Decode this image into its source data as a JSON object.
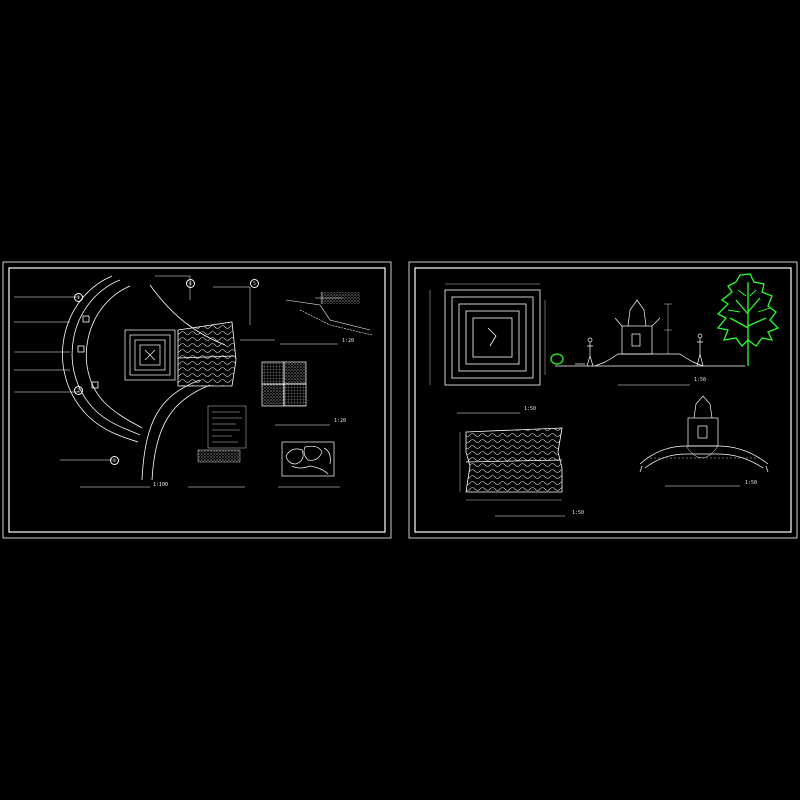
{
  "colors": {
    "background": "#000000",
    "line": "#ffffff",
    "tree": "#2bff2b",
    "shrub": "#1fd11f"
  },
  "sheet1": {
    "titles": {
      "plan": "",
      "paving": "",
      "section": "",
      "stone": "",
      "notes": ""
    },
    "scales": {
      "plan": "1:100",
      "paving": "1:20",
      "section": "1:20"
    },
    "callouts": [
      "1",
      "2",
      "3",
      "4",
      "5"
    ]
  },
  "sheet2": {
    "titles": {
      "monument_plan": "",
      "elevation": "",
      "bench_plan": "",
      "bench_elevation": ""
    },
    "scales": {
      "monument_plan": "1:50",
      "elevation": "1:50",
      "bench_plan": "1:50",
      "bench_elevation": "1:50"
    }
  }
}
